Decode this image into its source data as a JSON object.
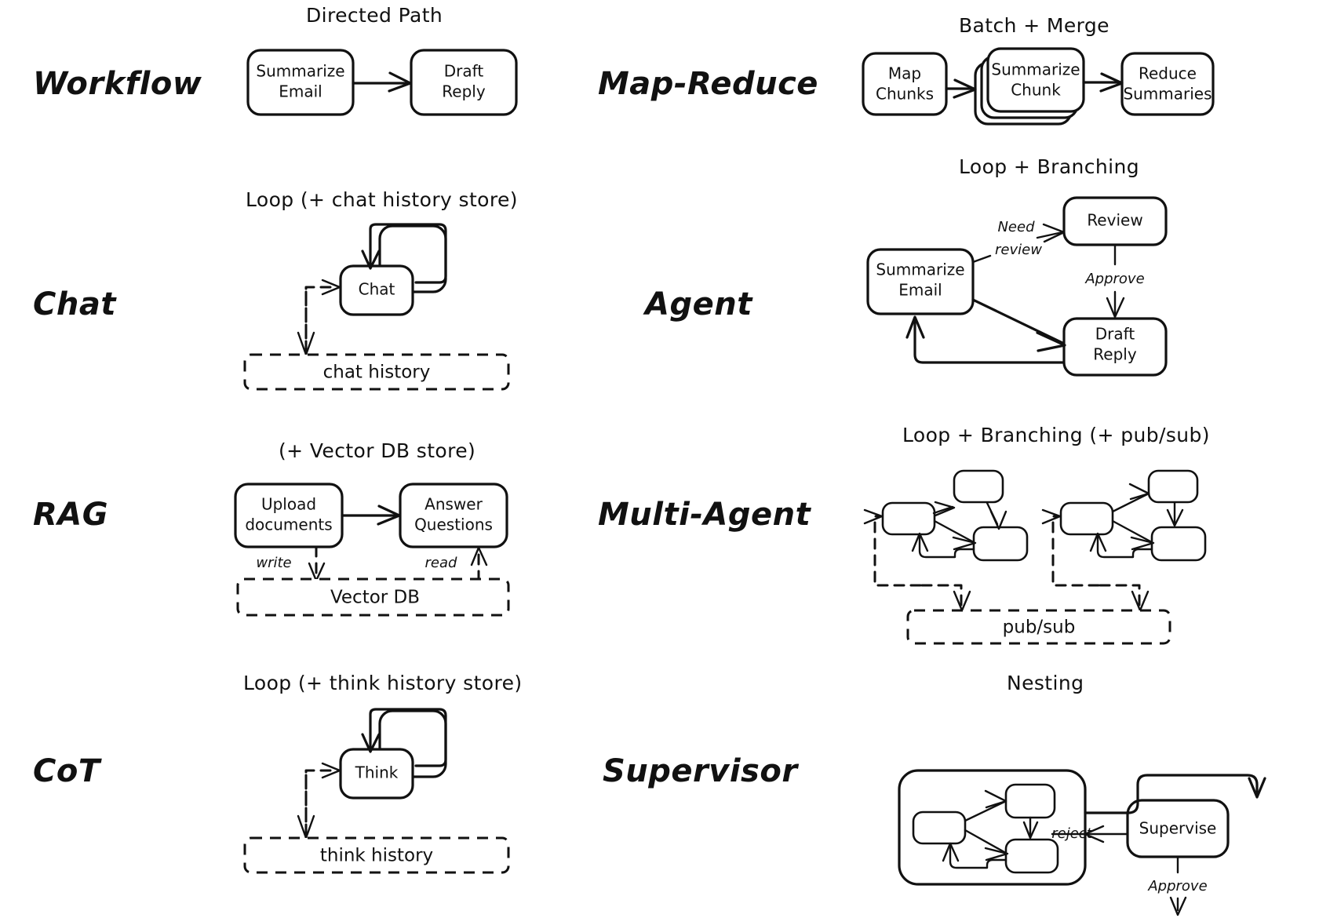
{
  "diagram": {
    "title_style": "hand-drawn whiteboard sketch",
    "background": "#ffffff",
    "ink": "#111111",
    "rows": [
      {
        "left": {
          "label": "Workflow",
          "caption": "Directed Path",
          "nodes": [
            "Summarize Email",
            "Draft Reply"
          ],
          "store": null
        },
        "right": {
          "label": "Map-Reduce",
          "caption": "Batch + Merge",
          "nodes": [
            "Map Chunks",
            "Summarize Chunk",
            "Reduce Summaries"
          ],
          "store": null
        }
      },
      {
        "left": {
          "label": "Chat",
          "caption": "Loop (+ chat history store)",
          "nodes": [
            "Chat"
          ],
          "store": "chat history"
        },
        "right": {
          "label": "Agent",
          "caption": "Loop + Branching",
          "nodes": [
            "Summarize Email",
            "Review",
            "Draft Reply"
          ],
          "edge_labels": [
            "Need review",
            "Approve"
          ],
          "store": null
        }
      },
      {
        "left": {
          "label": "RAG",
          "caption": "(+ Vector DB store)",
          "nodes": [
            "Upload documents",
            "Answer Questions"
          ],
          "edge_labels": [
            "write",
            "read"
          ],
          "store": "Vector DB"
        },
        "right": {
          "label": "Multi-Agent",
          "caption": "Loop + Branching (+ pub/sub)",
          "nodes": [],
          "store": "pub/sub"
        }
      },
      {
        "left": {
          "label": "CoT",
          "caption": "Loop (+ think history store)",
          "nodes": [
            "Think"
          ],
          "store": "think history"
        },
        "right": {
          "label": "Supervisor",
          "caption": "Nesting",
          "nodes": [
            "Supervise"
          ],
          "edge_labels": [
            "reject",
            "Approve"
          ],
          "store": null
        }
      }
    ],
    "labels": {
      "workflow": "Workflow",
      "map_reduce": "Map-Reduce",
      "chat": "Chat",
      "agent": "Agent",
      "rag": "RAG",
      "multi_agent": "Multi-Agent",
      "cot": "CoT",
      "supervisor": "Supervisor"
    },
    "captions": {
      "directed_path": "Directed Path",
      "batch_merge": "Batch + Merge",
      "loop_chat": "Loop (+ chat history store)",
      "loop_branching": "Loop + Branching",
      "vector_db_store": "(+ Vector DB store)",
      "loop_branching_pubsub": "Loop + Branching (+ pub/sub)",
      "loop_think": "Loop (+ think history store)",
      "nesting": "Nesting"
    },
    "nodes": {
      "summarize_email": "Summarize Email",
      "summarize_email_l1": "Summarize",
      "summarize_email_l2": "Email",
      "draft_reply_l1": "Draft",
      "draft_reply_l2": "Reply",
      "map_chunks_l1": "Map",
      "map_chunks_l2": "Chunks",
      "summarize_chunk_l1": "Summarize",
      "summarize_chunk_l2": "Chunk",
      "reduce_summaries_l1": "Reduce",
      "reduce_summaries_l2": "Summaries",
      "chat": "Chat",
      "think": "Think",
      "review": "Review",
      "upload_documents_l1": "Upload",
      "upload_documents_l2": "documents",
      "answer_questions_l1": "Answer",
      "answer_questions_l2": "Questions",
      "supervise": "Supervise"
    },
    "stores": {
      "chat_history": "chat history",
      "vector_db": "Vector DB",
      "pub_sub": "pub/sub",
      "think_history": "think history"
    },
    "edge_labels": {
      "need_review_l1": "Need",
      "need_review_l2": "review",
      "approve": "Approve",
      "write": "write",
      "read": "read",
      "reject": "reject",
      "approve_sup": "Approve"
    }
  }
}
